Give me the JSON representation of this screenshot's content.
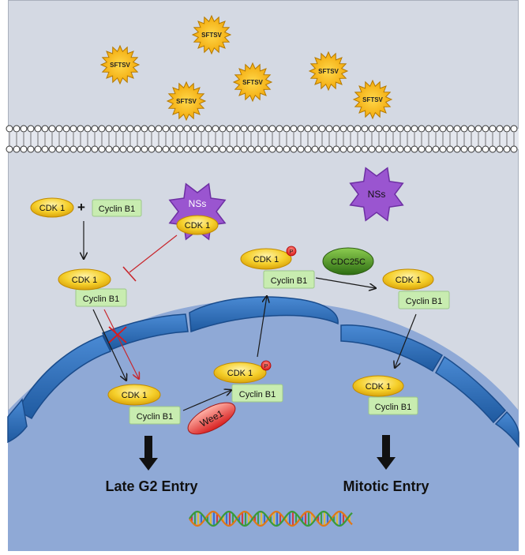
{
  "colors": {
    "background": "#d4d9e3",
    "nucleus": "#8fa9d6",
    "envelope": "#2e6db5",
    "cdk_fill": "#f3c21a",
    "cyclin_fill": "#c8ecb0",
    "virus_fill": "#f7b918",
    "nss_fill": "#9a55d0",
    "cdc25c_fill": "#3f8a1e",
    "wee1_fill": "#e04040",
    "phospho": "#e01010",
    "inhibit": "#c8262c"
  },
  "virus": {
    "label": "SFTSV",
    "icon": "star-burst-icon"
  },
  "labels": {
    "cdk1": "CDK 1",
    "cyclin_b1": "Cyclin B1",
    "plus": "+",
    "nss": "NSs",
    "cdc25c": "CDC25C",
    "wee1": "Wee1",
    "phospho": "P"
  },
  "outcomes": {
    "late_g2": "Late G2 Entry",
    "mitotic": "Mitotic Entry"
  }
}
